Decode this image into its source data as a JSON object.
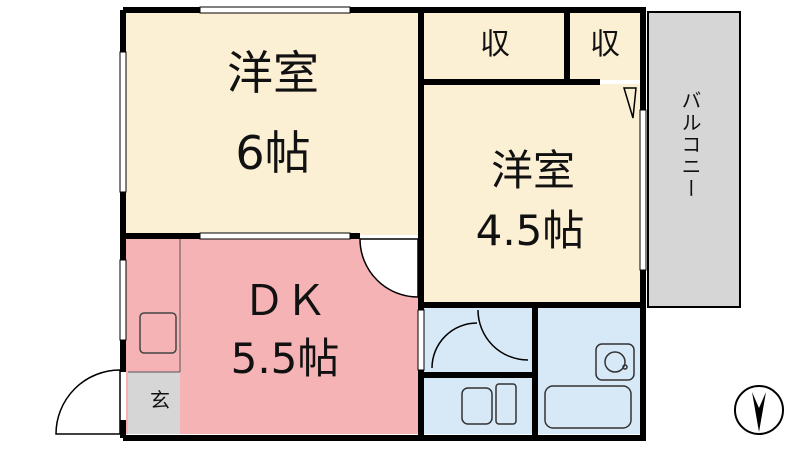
{
  "rooms": {
    "western_6": {
      "name": "洋室",
      "size": "6帖"
    },
    "western_45": {
      "name": "洋室",
      "size": "4.5帖"
    },
    "dk": {
      "name": "ＤＫ",
      "size": "5.5帖"
    },
    "closet_a": {
      "name": "収"
    },
    "closet_b": {
      "name": "収"
    },
    "entrance": {
      "name": "玄"
    },
    "balcony": {
      "name": "バルコニー"
    }
  },
  "colors": {
    "western": "#fbefd4",
    "dk": "#f6b3b6",
    "wet": "#d7e8f7",
    "balcony": "#d6d6d6",
    "wall": "#000000"
  },
  "icons": [
    "north-arrow-icon"
  ]
}
